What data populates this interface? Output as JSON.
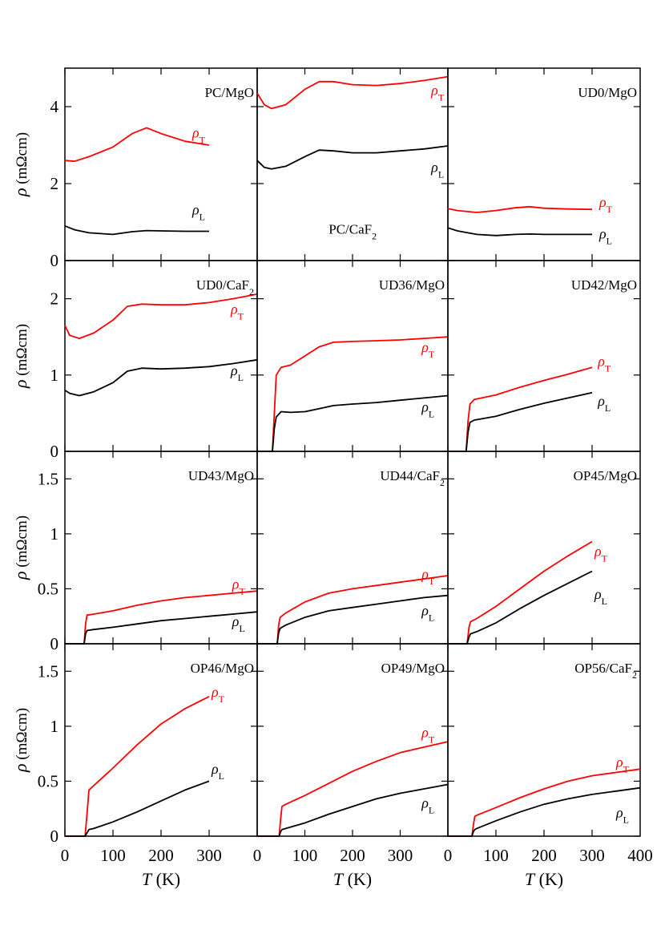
{
  "chart_data": {
    "type": "line",
    "xlabel": {
      "var": "T",
      "unit": " (K)"
    },
    "ylabel": {
      "var": "ρ",
      "unit": " (mΩcm)"
    },
    "x_ticks": [
      "0",
      "100",
      "200",
      "300",
      "0",
      "100",
      "200",
      "300",
      "0",
      "100",
      "200",
      "300",
      "400"
    ],
    "row_y_ticks": [
      {
        "ylim": [
          0,
          5
        ],
        "ticks": [
          "0",
          "2",
          "4"
        ],
        "tick_values": [
          0,
          2,
          4
        ]
      },
      {
        "ylim": [
          0,
          2.5
        ],
        "ticks": [
          "0",
          "1",
          "2"
        ],
        "tick_values": [
          0,
          1,
          2
        ]
      },
      {
        "ylim": [
          0,
          1.75
        ],
        "ticks": [
          "0",
          "0.5",
          "1",
          "1.5"
        ],
        "tick_values": [
          0,
          0.5,
          1,
          1.5
        ]
      },
      {
        "ylim": [
          0,
          1.75
        ],
        "ticks": [
          "0",
          "0.5",
          "1",
          "1.5"
        ],
        "tick_values": [
          0,
          0.5,
          1,
          1.5
        ]
      }
    ],
    "xlim": [
      0,
      400
    ],
    "series_colors": {
      "rho_T": "#ff0000",
      "rho_L": "#000000"
    },
    "curve_label_base": "ρ",
    "curve_label_subs": {
      "rho_T": "T",
      "rho_L": "L"
    },
    "panels": [
      {
        "title": "PC/MgO",
        "title_sub": "",
        "x": [
          0,
          20,
          50,
          100,
          140,
          170,
          200,
          250,
          300
        ],
        "rho_T": [
          2.6,
          2.58,
          2.7,
          2.95,
          3.3,
          3.45,
          3.3,
          3.1,
          3.0
        ],
        "rho_L": [
          0.9,
          0.8,
          0.72,
          0.68,
          0.75,
          0.78,
          0.77,
          0.76,
          0.76
        ]
      },
      {
        "title": "PC/CaF",
        "title_sub": "2",
        "x": [
          0,
          15,
          30,
          60,
          100,
          130,
          160,
          200,
          250,
          300,
          350,
          400
        ],
        "rho_T": [
          4.35,
          4.05,
          3.95,
          4.05,
          4.45,
          4.65,
          4.65,
          4.57,
          4.55,
          4.6,
          4.68,
          4.78
        ],
        "rho_L": [
          2.6,
          2.42,
          2.38,
          2.45,
          2.7,
          2.87,
          2.85,
          2.8,
          2.8,
          2.85,
          2.9,
          2.98
        ]
      },
      {
        "title": "UD0/MgO",
        "title_sub": "",
        "x": [
          0,
          20,
          60,
          100,
          140,
          170,
          200,
          250,
          300
        ],
        "rho_T": [
          1.35,
          1.3,
          1.25,
          1.3,
          1.37,
          1.4,
          1.36,
          1.34,
          1.33
        ],
        "rho_L": [
          0.85,
          0.77,
          0.68,
          0.65,
          0.68,
          0.69,
          0.68,
          0.68,
          0.68
        ]
      },
      {
        "title": "UD0/CaF",
        "title_sub": "2",
        "x": [
          0,
          10,
          30,
          60,
          100,
          130,
          160,
          200,
          250,
          300,
          350,
          400
        ],
        "rho_T": [
          1.65,
          1.52,
          1.48,
          1.55,
          1.72,
          1.9,
          1.93,
          1.92,
          1.92,
          1.95,
          2.0,
          2.06
        ],
        "rho_L": [
          0.8,
          0.76,
          0.73,
          0.78,
          0.9,
          1.05,
          1.09,
          1.08,
          1.09,
          1.11,
          1.15,
          1.2
        ]
      },
      {
        "title": "UD36/MgO",
        "title_sub": "",
        "x": [
          0,
          32,
          36,
          40,
          50,
          70,
          100,
          130,
          160,
          200,
          250,
          300,
          350,
          400
        ],
        "rho_T": [
          0,
          0,
          0.5,
          1.0,
          1.1,
          1.13,
          1.25,
          1.37,
          1.43,
          1.44,
          1.45,
          1.46,
          1.48,
          1.5
        ],
        "rho_L": [
          0,
          0,
          0.3,
          0.45,
          0.52,
          0.51,
          0.52,
          0.56,
          0.6,
          0.62,
          0.64,
          0.67,
          0.7,
          0.73
        ]
      },
      {
        "title": "UD42/MgO",
        "title_sub": "",
        "x": [
          0,
          38,
          42,
          46,
          55,
          100,
          150,
          200,
          250,
          300
        ],
        "rho_T": [
          0,
          0,
          0.4,
          0.62,
          0.68,
          0.74,
          0.84,
          0.93,
          1.01,
          1.1
        ],
        "rho_L": [
          0,
          0,
          0.25,
          0.38,
          0.41,
          0.46,
          0.55,
          0.63,
          0.7,
          0.77
        ]
      },
      {
        "title": "UD43/MgO",
        "title_sub": "",
        "x": [
          0,
          40,
          43,
          46,
          60,
          100,
          150,
          200,
          250,
          300,
          350,
          400
        ],
        "rho_T": [
          0,
          0,
          0.18,
          0.26,
          0.27,
          0.3,
          0.35,
          0.39,
          0.42,
          0.44,
          0.46,
          0.48
        ],
        "rho_L": [
          0,
          0,
          0.09,
          0.12,
          0.13,
          0.15,
          0.18,
          0.21,
          0.23,
          0.25,
          0.27,
          0.29
        ]
      },
      {
        "title": "UD44/CaF",
        "title_sub": "2",
        "x": [
          0,
          42,
          45,
          48,
          60,
          100,
          150,
          200,
          250,
          300,
          350,
          400
        ],
        "rho_T": [
          0,
          0,
          0.17,
          0.24,
          0.28,
          0.38,
          0.46,
          0.5,
          0.53,
          0.56,
          0.59,
          0.62
        ],
        "rho_L": [
          0,
          0,
          0.1,
          0.14,
          0.17,
          0.24,
          0.3,
          0.33,
          0.36,
          0.39,
          0.42,
          0.44
        ]
      },
      {
        "title": "OP45/MgO",
        "title_sub": "",
        "x": [
          0,
          40,
          44,
          47,
          60,
          100,
          150,
          200,
          250,
          300
        ],
        "rho_T": [
          0,
          0,
          0.15,
          0.2,
          0.23,
          0.34,
          0.5,
          0.66,
          0.8,
          0.93
        ],
        "rho_L": [
          0,
          0,
          0.06,
          0.09,
          0.11,
          0.19,
          0.32,
          0.44,
          0.55,
          0.66
        ]
      },
      {
        "title": "OP46/MgO",
        "title_sub": "",
        "x": [
          0,
          42,
          46,
          50,
          60,
          100,
          150,
          200,
          250,
          300
        ],
        "rho_T": [
          0,
          0,
          0.2,
          0.42,
          0.46,
          0.62,
          0.83,
          1.02,
          1.16,
          1.27
        ],
        "rho_L": [
          0,
          0,
          0.03,
          0.06,
          0.07,
          0.13,
          0.22,
          0.32,
          0.42,
          0.5
        ]
      },
      {
        "title": "OP49/MgO",
        "title_sub": "",
        "x": [
          0,
          46,
          49,
          52,
          60,
          100,
          150,
          200,
          250,
          300,
          350,
          400
        ],
        "rho_T": [
          0,
          0,
          0.15,
          0.27,
          0.29,
          0.37,
          0.48,
          0.59,
          0.68,
          0.76,
          0.81,
          0.86
        ],
        "rho_L": [
          0,
          0,
          0.04,
          0.06,
          0.07,
          0.12,
          0.2,
          0.27,
          0.34,
          0.39,
          0.43,
          0.47
        ]
      },
      {
        "title": "OP56/CaF",
        "title_sub": "2",
        "x": [
          0,
          50,
          53,
          56,
          60,
          100,
          150,
          200,
          250,
          300,
          350,
          400
        ],
        "rho_T": [
          0,
          0,
          0.1,
          0.18,
          0.19,
          0.26,
          0.35,
          0.43,
          0.5,
          0.55,
          0.58,
          0.61
        ],
        "rho_L": [
          0,
          0,
          0.04,
          0.06,
          0.07,
          0.14,
          0.22,
          0.29,
          0.34,
          0.38,
          0.41,
          0.44
        ]
      }
    ],
    "label_pos_data": [
      {
        "T": [
          265,
          3.2
        ],
        "L": [
          265,
          1.2
        ]
      },
      {
        "T": [
          365,
          4.3
        ],
        "L": [
          365,
          2.3
        ],
        "title_at": [
          150,
          0.7
        ]
      },
      {
        "T": [
          315,
          1.4
        ],
        "L": [
          315,
          0.57
        ]
      },
      {
        "T": [
          345,
          1.8
        ],
        "L": [
          345,
          1.0
        ]
      },
      {
        "T": [
          345,
          1.3
        ],
        "L": [
          345,
          0.52
        ]
      },
      {
        "T": [
          312,
          1.12
        ],
        "L": [
          312,
          0.6
        ]
      },
      {
        "T": [
          348,
          0.5
        ],
        "L": [
          348,
          0.16
        ]
      },
      {
        "T": [
          345,
          0.59
        ],
        "L": [
          345,
          0.26
        ]
      },
      {
        "T": [
          305,
          0.8
        ],
        "L": [
          305,
          0.41
        ]
      },
      {
        "T": [
          305,
          1.27
        ],
        "L": [
          305,
          0.57
        ]
      },
      {
        "T": [
          345,
          0.9
        ],
        "L": [
          345,
          0.26
        ]
      },
      {
        "T": [
          350,
          0.63
        ],
        "L": [
          350,
          0.17
        ]
      }
    ]
  }
}
